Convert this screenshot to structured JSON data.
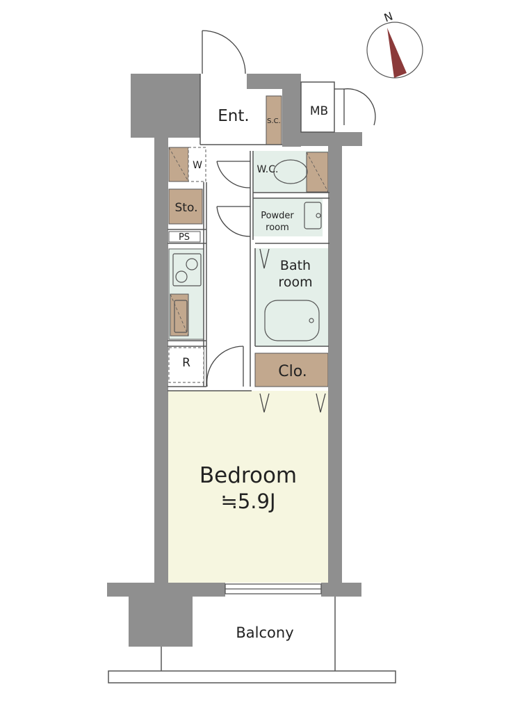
{
  "compass": {
    "north_label": "N"
  },
  "rooms": {
    "entrance": "Ent.",
    "shoe_closet": "S.C.",
    "meter_box": "MB",
    "washer": "W",
    "wc": "W.C.",
    "storage": "Sto.",
    "powder_room_line1": "Powder",
    "powder_room_line2": "room",
    "pipe_space": "PS",
    "bathroom_line1": "Bath",
    "bathroom_line2": "room",
    "refrigerator": "R",
    "closet": "Clo.",
    "bedroom": "Bedroom",
    "bedroom_size": "≒5.9J",
    "balcony": "Balcony"
  },
  "colors": {
    "wall": "#8f8f8f",
    "bedroom_floor": "#f6f6e0",
    "wet_area_floor": "#e4efe9",
    "storage_wood": "#c2a88e",
    "compass_needle": "#8b3a3a"
  }
}
